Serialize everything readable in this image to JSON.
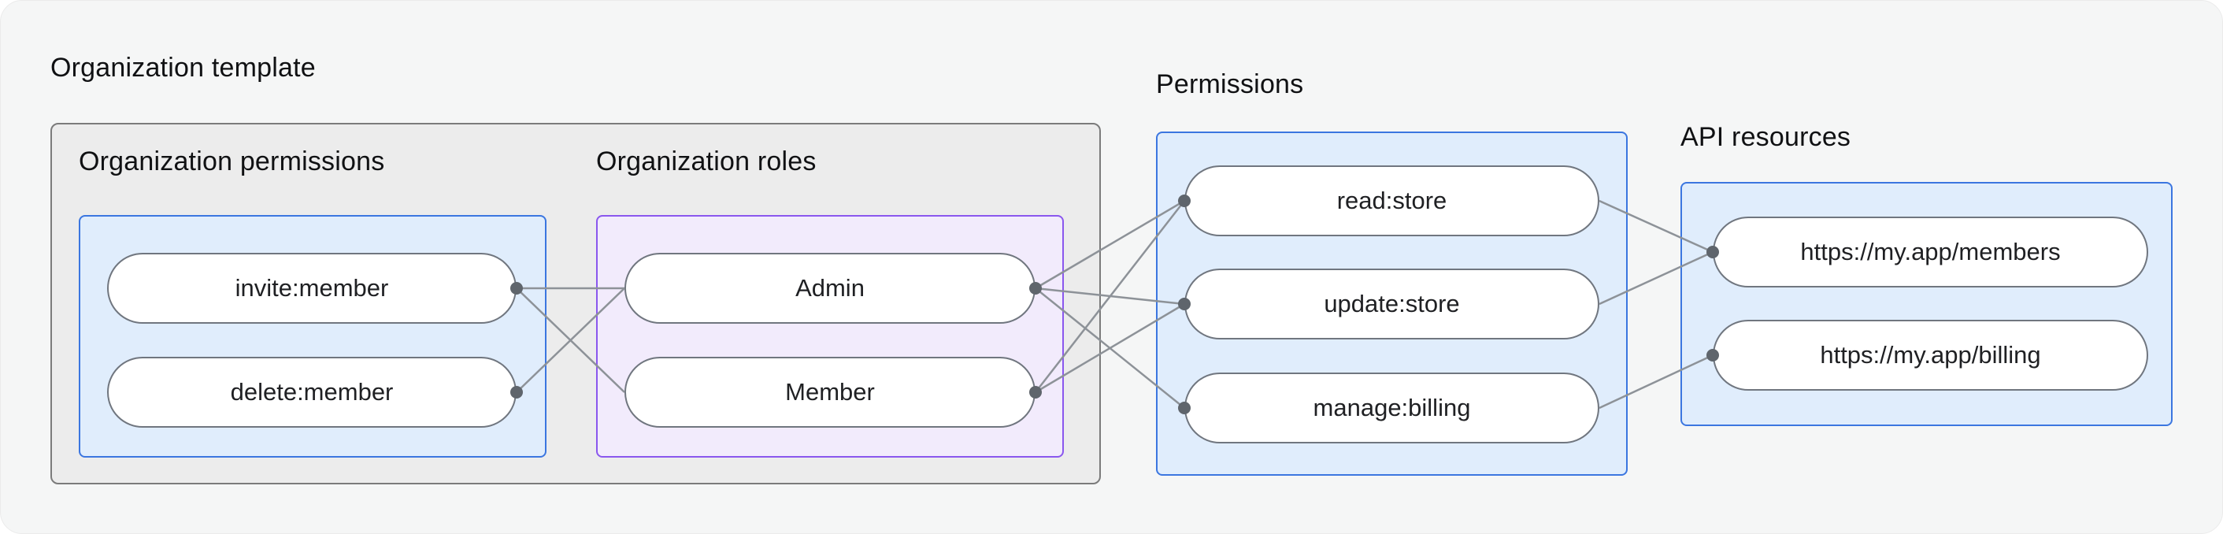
{
  "diagram": {
    "org_template": {
      "label": "Organization template"
    },
    "org_permissions": {
      "label": "Organization permissions",
      "items": [
        "invite:member",
        "delete:member"
      ]
    },
    "org_roles": {
      "label": "Organization roles",
      "items": [
        "Admin",
        "Member"
      ]
    },
    "permissions": {
      "label": "Permissions",
      "items": [
        "read:store",
        "update:store",
        "manage:billing"
      ]
    },
    "api_resources": {
      "label": "API resources",
      "items": [
        "https://my.app/members",
        "https://my.app/billing"
      ]
    },
    "edges": [
      {
        "from": "invite:member",
        "to": "Admin"
      },
      {
        "from": "invite:member",
        "to": "Member"
      },
      {
        "from": "delete:member",
        "to": "Admin"
      },
      {
        "from": "Admin",
        "to": "read:store"
      },
      {
        "from": "Admin",
        "to": "update:store"
      },
      {
        "from": "Admin",
        "to": "manage:billing"
      },
      {
        "from": "Member",
        "to": "read:store"
      },
      {
        "from": "Member",
        "to": "update:store"
      },
      {
        "from": "read:store",
        "to": "https://my.app/members"
      },
      {
        "from": "update:store",
        "to": "https://my.app/members"
      },
      {
        "from": "manage:billing",
        "to": "https://my.app/billing"
      }
    ],
    "colors": {
      "canvas_bg": "#f5f6f6",
      "outer_box_bg": "#ececec",
      "outer_box_border": "#7b7b7b",
      "blue_box_bg": "#e0edfc",
      "blue_box_border": "#3b76e0",
      "purple_box_bg": "#f2ebfc",
      "purple_box_border": "#8a57ee",
      "pill_border": "#70767f",
      "connector_line": "#8d9298",
      "connector_dot": "#5f656c",
      "text": "#17181a"
    }
  }
}
